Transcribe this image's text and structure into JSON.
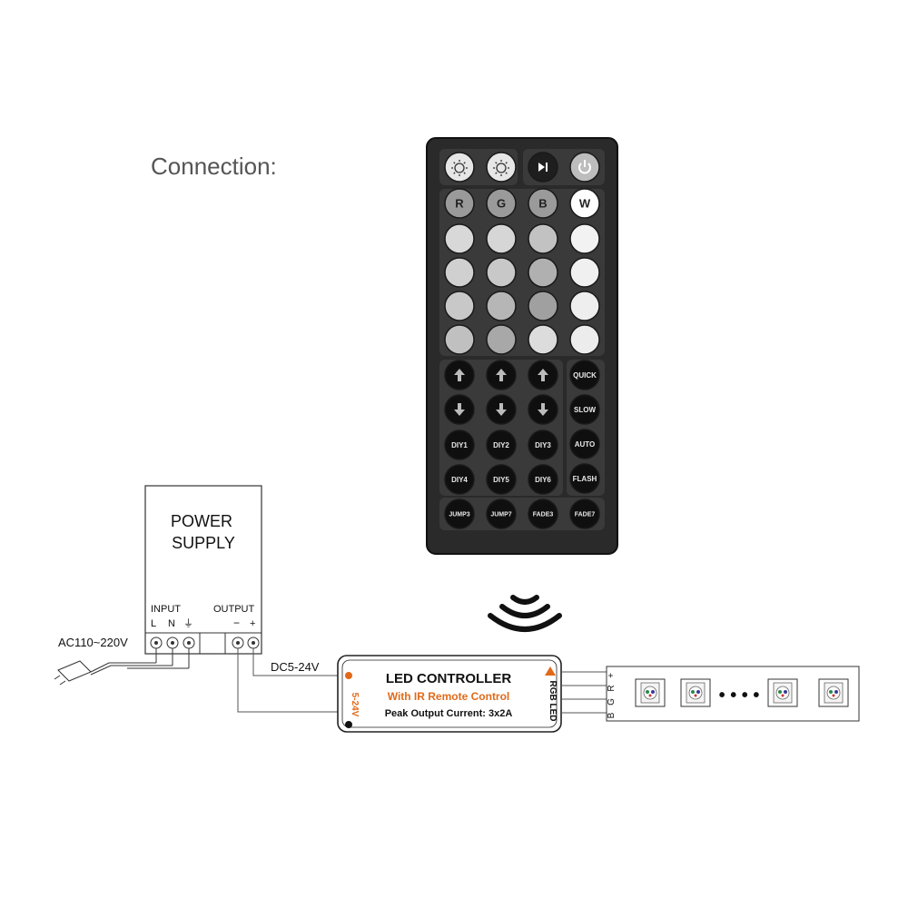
{
  "title": "Connection:",
  "remote": {
    "top_row": [
      {
        "icon": "brightness-down-icon"
      },
      {
        "icon": "brightness-up-icon"
      },
      {
        "icon": "play-pause-icon"
      },
      {
        "icon": "power-icon"
      }
    ],
    "color_row": [
      "R",
      "G",
      "B",
      "W"
    ],
    "color_grid": [
      [
        "#d8d8d8",
        "#d6d6d6",
        "#c2c2c2",
        "#f2f2f2"
      ],
      [
        "#d0d0d0",
        "#c8c8c8",
        "#b0b0b0",
        "#f0f0f0"
      ],
      [
        "#c8c8c8",
        "#b6b6b6",
        "#a0a0a0",
        "#eeeeee"
      ],
      [
        "#c0c0c0",
        "#a8a8a8",
        "#dcdcdc",
        "#ececec"
      ]
    ],
    "arrow_up_icon": "arrow-up-icon",
    "arrow_down_icon": "arrow-down-icon",
    "side_buttons": [
      "QUICK",
      "SLOW",
      "AUTO",
      "FLASH"
    ],
    "diy_row1": [
      "DIY1",
      "DIY2",
      "DIY3"
    ],
    "diy_row2": [
      "DIY4",
      "DIY5",
      "DIY6"
    ],
    "bottom_row": [
      "JUMP3",
      "JUMP7",
      "FADE3",
      "FADE7"
    ]
  },
  "power_supply": {
    "label_line1": "POWER",
    "label_line2": "SUPPLY",
    "input_label": "INPUT",
    "output_label": "OUTPUT",
    "terminal_L": "L",
    "terminal_N": "N",
    "terminal_ground": "⏚",
    "terminal_minus": "−",
    "terminal_plus": "+"
  },
  "ac_label": "AC110~220V",
  "dc_label": "DC5-24V",
  "controller": {
    "title": "LED CONTROLLER",
    "subtitle": "With IR Remote Control",
    "peak": "Peak Output Current: 3x2A",
    "voltage": "5-24V",
    "side_label": "RGB LED"
  },
  "strip": {
    "pins": [
      "+",
      "R",
      "G",
      "B"
    ],
    "dots": "• • • •"
  },
  "ir_signal_icon": "ir-signal-icon"
}
